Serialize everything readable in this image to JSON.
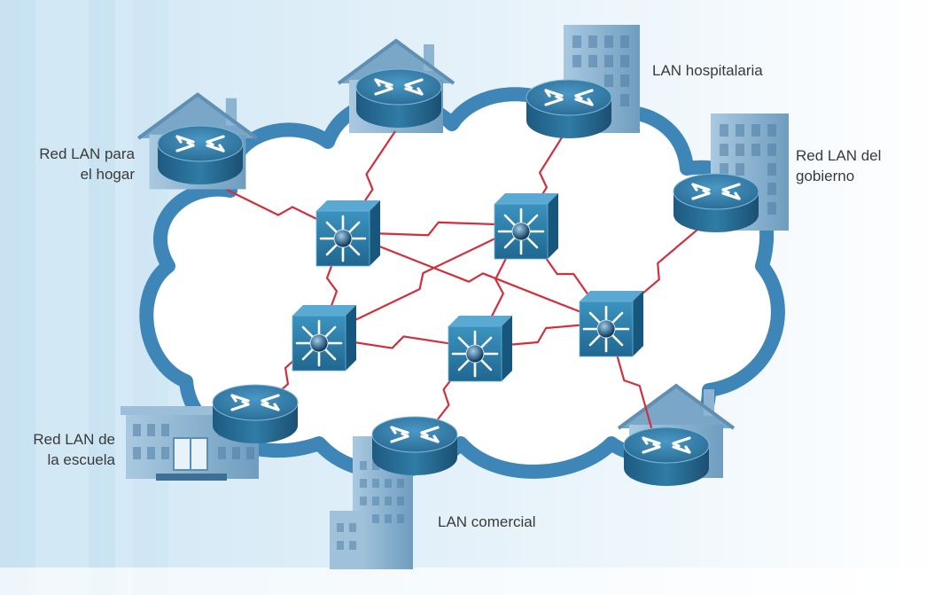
{
  "labels": {
    "home": [
      "Red LAN para",
      "el hogar"
    ],
    "hospital": "LAN hospitalaria",
    "government": [
      "Red LAN del",
      "gobierno"
    ],
    "school": [
      "Red LAN de",
      "la escuela"
    ],
    "commercial": "LAN comercial"
  },
  "icons": {
    "router": "router-icon",
    "switch": "multilayer-switch-icon",
    "house": "house-icon",
    "building": "building-icon",
    "school": "school-building-icon",
    "cloud": "network-cloud-icon"
  },
  "colors": {
    "cloud_outline": "#3f86b8",
    "link": "#d0303c",
    "router": "#2b6f96",
    "switch": "#2a7fa8",
    "building": "#8fb6d2",
    "text": "#3a3a3a"
  }
}
